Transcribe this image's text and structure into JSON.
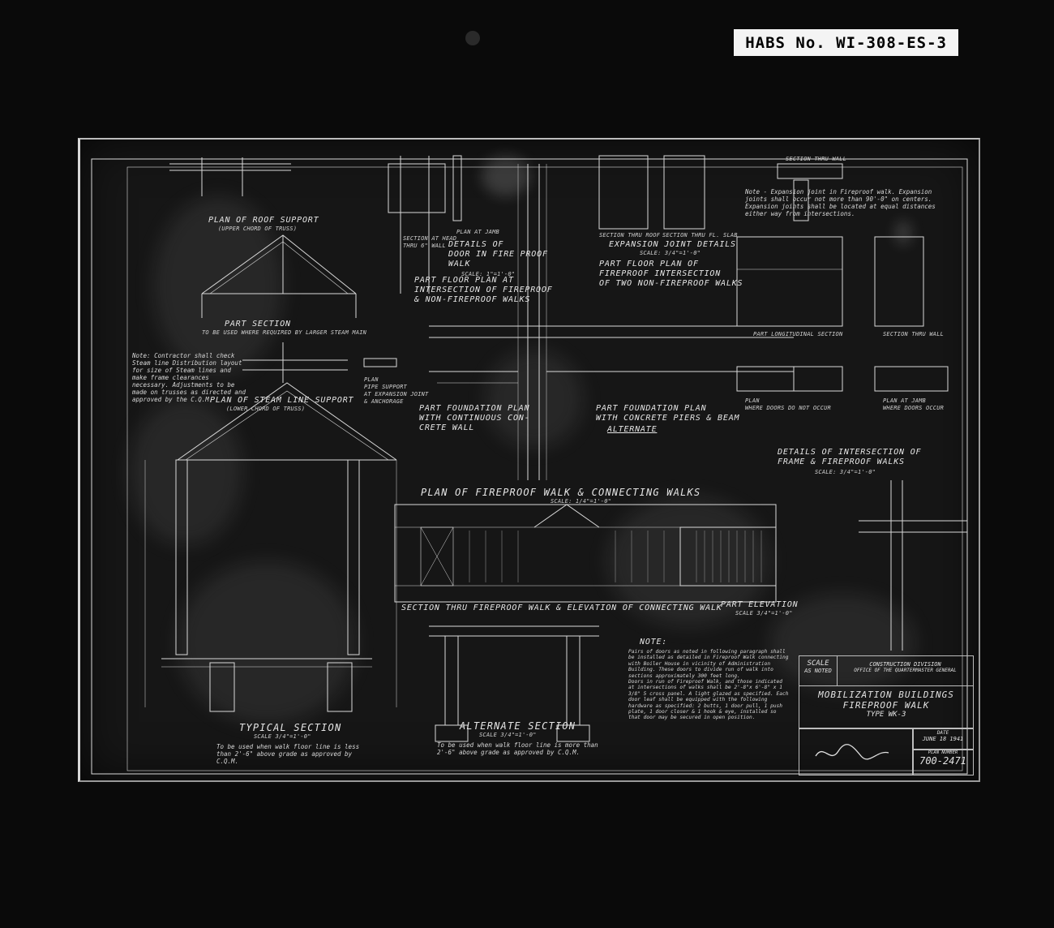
{
  "habs_tag": "HABS No. WI-308-ES-3",
  "drawing": {
    "plan_roof_support": "PLAN OF ROOF SUPPORT",
    "plan_roof_support_sub": "(Upper chord of truss)",
    "part_section": "PART SECTION",
    "part_section_sub": "To be used where required by larger steam main",
    "plan_steam_line": "PLAN OF STEAM LINE SUPPORT",
    "plan_steam_line_sub": "(Lower chord of truss)",
    "contractor_note": "Note: Contractor shall check Steam line Distribution layout for size of Steam lines and make frame clearances necessary. Adjustments to be made on trusses as directed and approved by the C.Q.M.",
    "plan_pipe_support": "PLAN\nPIPE SUPPORT\nAT EXPANSION JOINT\n& ANCHORAGE",
    "section_head": "SECTION AT HEAD\nTHRU 6\" WALL",
    "plan_jamb": "PLAN AT JAMB",
    "details_door": "DETAILS OF\nDOOR IN FIRE PROOF\nWALK",
    "details_door_scale": "SCALE: 1\"=1'-0\"",
    "section_roof": "SECTION THRU ROOF",
    "section_slab": "SECTION THRU FL. SLAB",
    "expansion_joint": "EXPANSION JOINT DETAILS",
    "expansion_joint_scale": "SCALE: 3/4\"=1'-0\"",
    "part_floor_plan_a": "PART FLOOR PLAN AT\nINTERSECTION OF FIREPROOF\n& NON-FIREPROOF WALKS",
    "part_floor_plan_b": "PART FLOOR PLAN OF\nFIREPROOF INTERSECTION\nOF TWO NON-FIREPROOF WALKS",
    "section_thru_wall": "SECTION THRU WALL",
    "expansion_note": "Note - Expansion joint in Fireproof walk. Expansion joints shall occur not more than 90'-0\" on centers. Expansion joints shall be located at equal distances either way from intersections.",
    "part_long_section": "PART LONGITUDINAL SECTION",
    "section_thru_wall2": "SECTION THRU WALL",
    "part_foundation_a": "PART FOUNDATION PLAN\nWITH CONTINUOUS CON-\nCRETE WALL",
    "part_foundation_b": "PART FOUNDATION PLAN\nWITH CONCRETE PIERS & BEAM",
    "alternate": "ALTERNATE",
    "plan_no_doors": "PLAN\nWHERE DOORS DO NOT OCCUR",
    "plan_jamb_doors": "PLAN AT JAMB\nWHERE DOORS OCCUR",
    "details_intersection": "DETAILS OF INTERSECTION OF\nFRAME & FIREPROOF WALKS",
    "details_intersection_scale": "SCALE: 3/4\"=1'-0\"",
    "plan_fireproof_wall": "PLAN OF FIREPROOF WALK & CONNECTING WALKS",
    "plan_fireproof_wall_scale": "SCALE: 1/4\"=1'-0\"",
    "section_connecting": "SECTION THRU FIREPROOF WALK & ELEVATION OF CONNECTING WALK",
    "part_elevation": "PART ELEVATION",
    "part_elevation_scale": "SCALE 3/4\"=1'-0\"",
    "typical_section": "TYPICAL SECTION",
    "typical_section_scale": "SCALE 3/4\"=1'-0\"",
    "typical_section_note": "To be used when walk floor line is less than 2'-6\" above grade as approved by C.Q.M.",
    "alternate_section": "ALTERNATE SECTION",
    "alternate_section_scale": "SCALE 3/4\"=1'-0\"",
    "alternate_section_note": "To be used when walk floor line is more than 2'-6\" above grade as approved by C.Q.M.",
    "general_note_title": "Note:",
    "general_note": "Pairs of doors as noted in following paragraph shall be installed as detailed in Fireproof Walk connecting with Boiler House in vicinity of Administration Building. These doors to divide run of walk into sections approximately 300 feet long.\nDoors in run of Fireproof Walk, and those indicated at intersections of walks shall be 2'-8\"x 6'-8\" x 1 3/8\" 5 cross panel. A light glazed as specified. Each door leaf shall be equipped with the following hardware as specified: 2 butts, 1 door pull, 1 push plate, 1 door closer & 1 hook & eye, installed so that door may be secured in open position."
  },
  "titleblock": {
    "scale_label": "SCALE",
    "scale_value": "AS NOTED",
    "division": "CONSTRUCTION DIVISION",
    "office": "OFFICE OF THE QUARTERMASTER GENERAL",
    "project": "MOBILIZATION BUILDINGS",
    "subject": "FIREPROOF WALK",
    "type": "TYPE WK-3",
    "date_label": "DATE",
    "date_value": "JUNE 18 1941",
    "plan_number_label": "PLAN NUMBER",
    "plan_number": "700-2471"
  }
}
